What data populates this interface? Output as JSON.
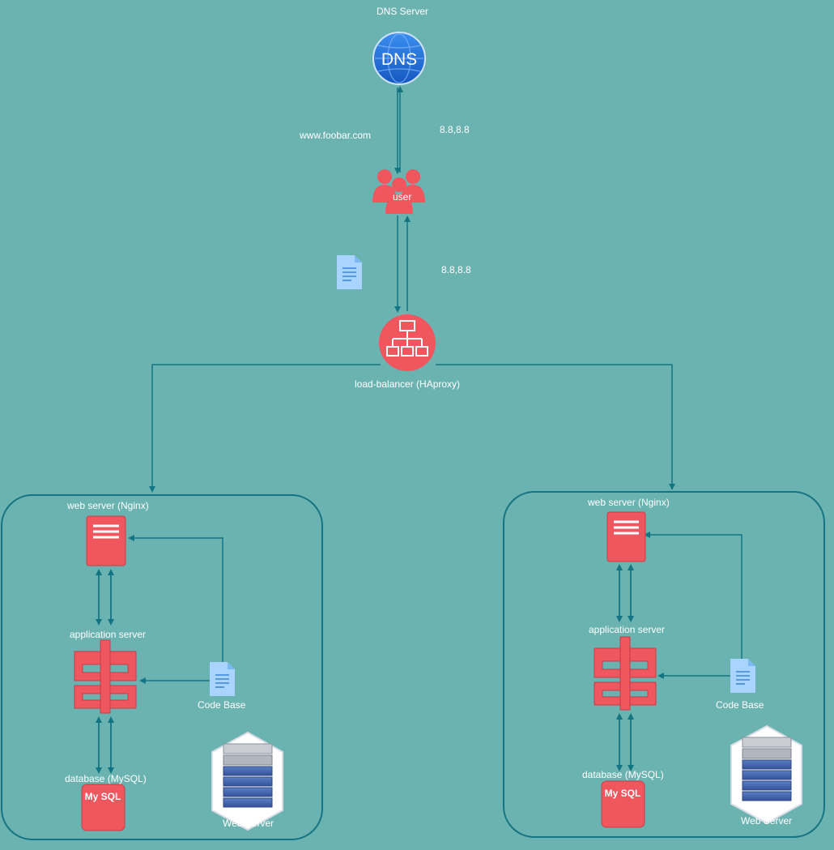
{
  "colors": {
    "background": "#6bb3b0",
    "connector": "#137482",
    "node_red": "#f0565e",
    "dns_blue": "#1f6fd6",
    "doc_blue": "#a9d4ff",
    "label": "#ffffff"
  },
  "labels": {
    "dns_server": "DNS Server",
    "dns_icon_text": "DNS",
    "domain": "www.foobar.com",
    "ip_top": "8.8,8.8",
    "ip_middle": "8.8,8.8",
    "user": "user",
    "load_balancer": "load-balancer (HAproxy)"
  },
  "clusters": [
    {
      "web_server": "web server (Nginx)",
      "app_server": "application server",
      "code_base": "Code Base",
      "database": "database (MySQL)",
      "mysql_icon_text": "My SQL",
      "server_rack": "Web Server"
    },
    {
      "web_server": "web server (Nginx)",
      "app_server": "application server",
      "code_base": "Code Base",
      "database": "database (MySQL)",
      "mysql_icon_text": "My SQL",
      "server_rack": "Web Server"
    }
  ],
  "icons": {
    "dns": "globe-dns-icon",
    "user": "users-group-icon",
    "document": "document-icon",
    "load_balancer": "load-balancer-icon",
    "web_server": "web-server-icon",
    "app_server": "app-server-icon",
    "database": "mysql-database-icon",
    "rack": "server-rack-icon"
  }
}
